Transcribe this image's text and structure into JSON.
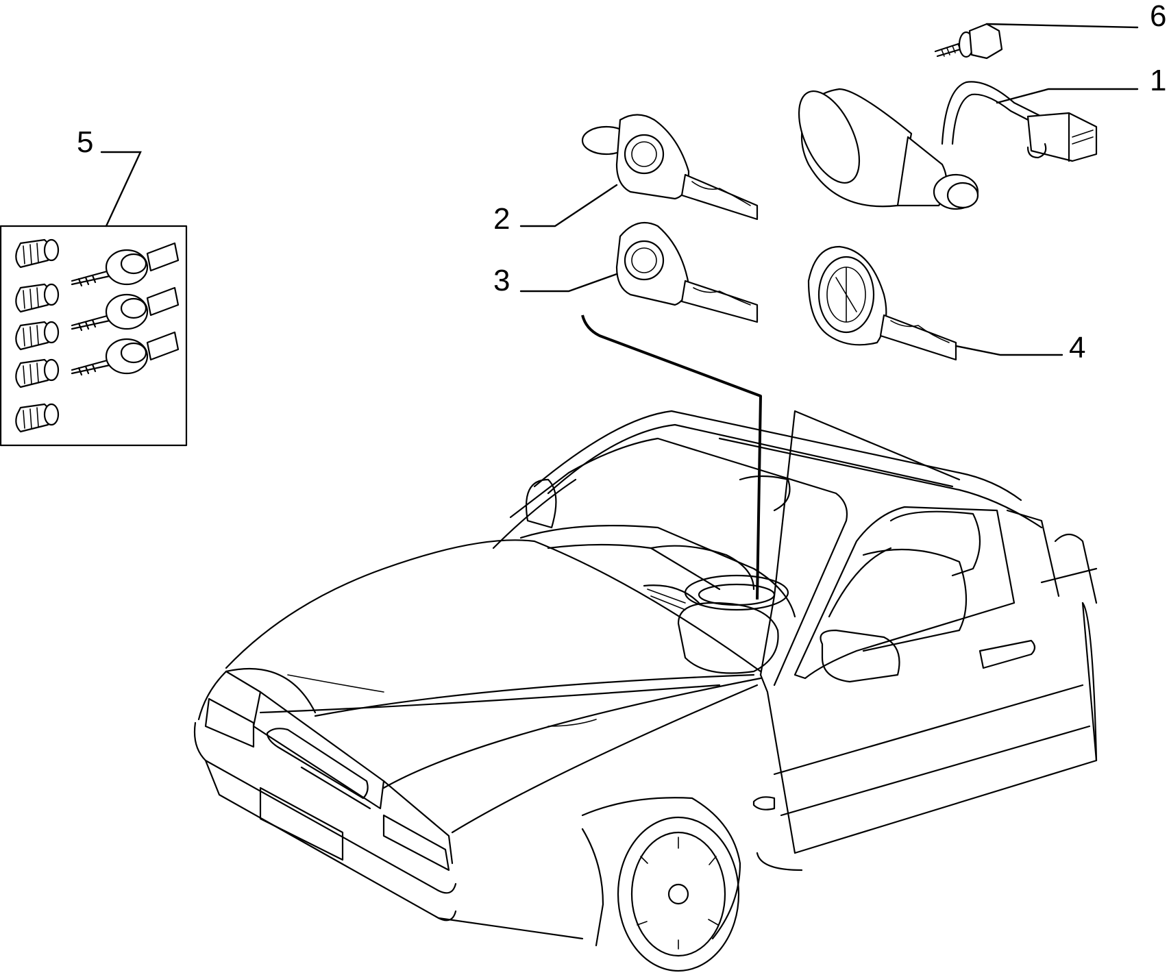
{
  "callouts": [
    {
      "id": "1",
      "text": "1"
    },
    {
      "id": "2",
      "text": "2"
    },
    {
      "id": "3",
      "text": "3"
    },
    {
      "id": "4",
      "text": "4"
    },
    {
      "id": "5",
      "text": "5"
    },
    {
      "id": "6",
      "text": "6"
    }
  ],
  "parts": {
    "ignition_lock": "lock-cylinder-with-wiring-connector",
    "key_2": "key-with-ring",
    "key_3": "key",
    "key_4": "key-with-brand-badge",
    "lock_kit": "lock-cylinders-and-keys-set",
    "screw_nut": "bolt-and-nut",
    "vehicle": "sedan-car-front-three-quarter-view"
  },
  "colors": {
    "ink": "#000000",
    "paper": "#ffffff"
  }
}
